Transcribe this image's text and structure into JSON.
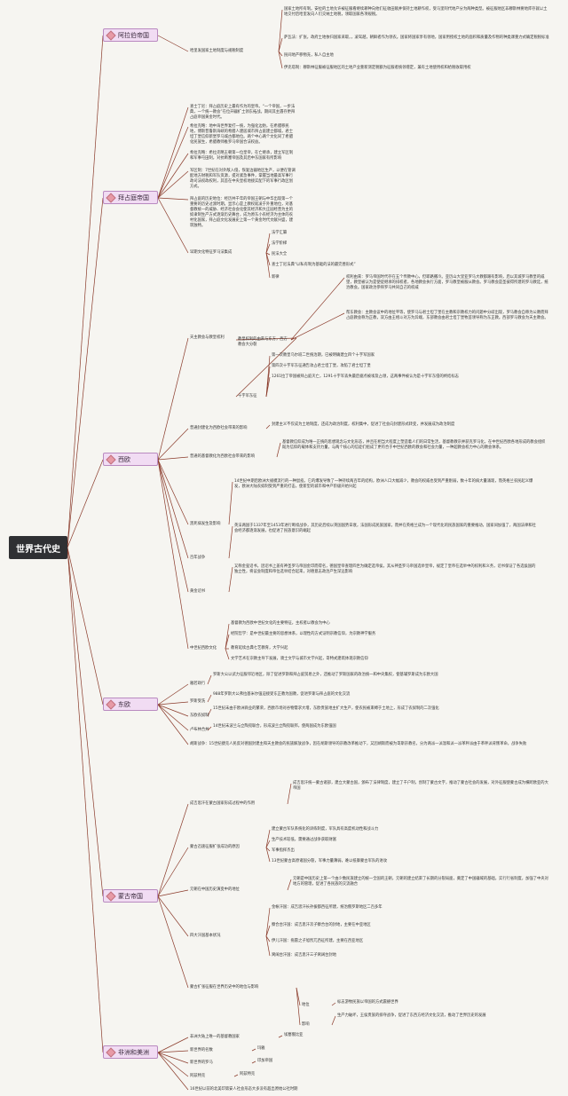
{
  "root": {
    "label": "世界古代史"
  },
  "topics": [
    {
      "id": "t1",
      "label": "阿拉伯帝国"
    },
    {
      "id": "t2",
      "label": "拜占庭帝国"
    },
    {
      "id": "t3",
      "label": "西欧"
    },
    {
      "id": "t4",
      "label": "东欧"
    },
    {
      "id": "t5",
      "label": "蒙古帝国"
    },
    {
      "id": "t6",
      "label": "非洲和美洲"
    }
  ],
  "subs": [
    {
      "id": "s1",
      "label": "哈里发国家土地制度与规税制度"
    },
    {
      "id": "s2",
      "label": "查士丁尼：拜占庭历史上最有作为的皇帝。“一个帝国，一步法典，一个统一教会”在位开疆扩土领东拓战。期间其主遇存更拜占庭帝国黄金时代。"
    },
    {
      "id": "s3",
      "label": "希拉克略：地中海世界复打一统，为强化边防，在希腊移民地，博斯普鲁斯海峡的希腊人建居城市拜占庭建立都城，君士坦丁堡信仰新堡罗马城古都地位。两个中心两个文化同了希腊化民族生，希腊教师推罗马帝国合法权益。"
    },
    {
      "id": "s4",
      "label": "希拉克略：希拉克略王朝第一位皇帝，在亡继承，建立军区制和军事屯田制，对抗断塞帝国及其后中东国家有所影响"
    },
    {
      "id": "s5",
      "label": "军区制：7世纪在对外敌入侵，恢复边疆地区生产，以便在管调配地方财税和军队资源，提对紧急事件，掌握当地最高军事行政司法权政权利，其首在中央皇权地接实配下的军事行政区划方式。"
    },
    {
      "id": "s6",
      "label": "拜占庭的历史地位：经历共千年的帝国王朝与中华出现第一个重要的历史过渡时期。显示心是上教权就凌于外重地位，对基督教统一的威胁、经济社会会化使其经济和大庄园经营为主的奴隶制生产方式逐渐历史舞台，成为原东小农经济为主体的农村化国家，拜占庭文化发展史上第一个黄金时代文献兴盛，建筑独特。"
    },
    {
      "id": "s7",
      "label": "早期文化特征罗马法集成"
    },
    {
      "id": "s8",
      "label": "天主教会与教皇权利"
    },
    {
      "id": "s9",
      "label": "普通封建化为西欧社会带来的影响"
    },
    {
      "id": "s10",
      "label": "普通的基督教化为西欧社会带来的影响"
    },
    {
      "id": "s11",
      "label": "黑死病发生及影响"
    },
    {
      "id": "s12",
      "label": "百年战争"
    },
    {
      "id": "s13",
      "label": "黄金诏书"
    },
    {
      "id": "s14",
      "label": "中世纪西欧文化"
    },
    {
      "id": "s15",
      "label": "雅若政行"
    },
    {
      "id": "s16",
      "label": "罗斯受洗"
    },
    {
      "id": "s17",
      "label": "东欧农奴制"
    },
    {
      "id": "s18",
      "label": "卢布林合并"
    },
    {
      "id": "s19",
      "label": "胡斯战争：15世纪捷克人民反对德国封建主和天主教会的民族解放战争，因在胡斯领导的宗教改革推动下，又因胡斯而被为哥斯宗教名，分为两派一派温和派一派革秤派由于革秤派背叛革命，战争失败"
    },
    {
      "id": "s20",
      "label": "成吉思汗在蒙古国家形成过程中的作用"
    },
    {
      "id": "s21",
      "label": "蒙古迅速征服扩张成功的原因"
    },
    {
      "id": "s22",
      "label": "元朝在中国历史演变中的地位"
    },
    {
      "id": "s23",
      "label": "四大汗国基本状况"
    },
    {
      "id": "s24",
      "label": "蒙古扩张征服在世界历史中的地位与影响"
    },
    {
      "id": "s25",
      "label": "非洲大陆上唯一的基督教国家"
    },
    {
      "id": "s26",
      "label": "新世界的名数"
    },
    {
      "id": "s27",
      "label": "新世界的罗马"
    },
    {
      "id": "s28",
      "label": "阿兹特克"
    },
    {
      "id": "s29",
      "label": "16世纪以前的北美印第安人社会形态大多没有超出原始公社时期"
    }
  ],
  "mids": [
    {
      "id": "m1",
      "label": "教皇权利的由来与东方，西方教会大分裂"
    },
    {
      "id": "m2",
      "label": "十字军东征"
    },
    {
      "id": "m3",
      "label": "地位"
    },
    {
      "id": "m4",
      "label": "影响"
    }
  ],
  "leaves": [
    {
      "id": "l1",
      "label": "国家土地所有制。安拉的土地允许被征服看继续耕种向他们征收田赋并保持土地耕作权，受马里阿代地产分为两种类型。被征服地区非穆斯林要地库存就以土地交付后哈里发向人们交纳土地税，领取国家各项规税。"
    },
    {
      "id": "l2",
      "label": "萨瓦法：扩张，政府土地依归国家采取，，凌驾越，朝鲜者作为领农。国家将国家享有领地，国家用授权土地的面积和质量及作物的种类课重力式确定税税标准"
    },
    {
      "id": "l3",
      "label": "民间地产移物充，私人自主地"
    },
    {
      "id": "l4",
      "label": "伊克塔制：穆斯林征服被征服地区的土地产业重新测定税额为征服者统领增定，兼有土地使用权和给税收取用权"
    },
    {
      "id": "l5",
      "label": "法学汇纂"
    },
    {
      "id": "l6",
      "label": "法学阶梯"
    },
    {
      "id": "l7",
      "label": "民法大全"
    },
    {
      "id": "l8",
      "label": "查士丁尼法典“以私有制为基础的法的最完善形式”"
    },
    {
      "id": "l9",
      "label": "新律"
    },
    {
      "id": "l10",
      "label": "权利由来：罗马帝国时代存在五个传教中心，但耶路撒冷。亚历山大里亚罗马大教都跟有影响，后以其城罗马教皇的威望，教皇被认为是使徒继承的排权者，各地教会执行方面，罗马教皇被服从教会。罗马教会是圣彼得所建的罗马教廷，统治教会。国家政治参拜罗马共同自己的权威"
    },
    {
      "id": "l11",
      "label": "帮东教会：主教会议中的地位平等，使罗马与君士坦丁堡在主教和宗教权力的问题中分歧出现，罗马教会自称为公教而拜占庭教会称为正教，双方由王相斗对方为异端，东部教会由君士坦丁堡牧首领导称为东正教。西部罗马教会为天主教会。"
    },
    {
      "id": "l12",
      "label": "第一次教皇乌尔班二世统治期，已被明确建立四个十字军国家"
    },
    {
      "id": "l13",
      "label": "第四次十字军东征通告攻占君士坦丁堡，攻陷了君士坦丁堡"
    },
    {
      "id": "l14",
      "label": "1261拉丁帝国被拜占庭灭亡，1291十字军丢失最后据点被埃及占领，这两事件被认为是十字军东侵的终结标志"
    },
    {
      "id": "l15",
      "label": "封建主义不仅成为土地制度，还成为政治制度，权利集中，促进了社会向封建形式转变，并发展成为政治制度"
    },
    {
      "id": "l16",
      "label": "基督教信仰成为唯一正统的思想观念与文化形态，并且在相当大程度上塑造着人们的日常生活，基督教教宗并获克罗马化，在中世纪西欧各地形成的教会组织既为信仰的载体和支持力量，与两个核心的信徒们组成了更符合于中世纪西欧的教会和社会力量，一种超教会权力中心的教会体系。"
    },
    {
      "id": "l17",
      "label": "14世纪中期后欧洲大规模流行的一种鼠疫。它的爆发导致了一种持续两百年的结构，欧洲人口大幅减少，教会的权威也受到严重削弱，数十年的病大量涌现，而英格兰农民起义爆发，欧洲大陆农奴制受到严重的打击，使新型的城市和中产阶级开始兴起"
    },
    {
      "id": "l18",
      "label": "英法两国于1337年至1453年进行断续战争，其历史后续以英国国势日衰，法国形成民族国家，而并在英格兰成为一个现代化的民族国家的重要推动，国家间加强了，两国法律和社会经济都逐渐发展，也促进了民族意识的崛起"
    },
    {
      "id": "l19",
      "label": "又称金玺诏书，因诏书上盖有神圣罗马帝国金印而得名，德国皇帝查理四世为确定选帝侯，其从神圣罗马帝国选举皇帝，规定了皇帝在选举中的权利和义务，诏书保证了各选侯国的独立性，将议会制度和帝位选举结合起来，对德意志政治产生深远影响"
    },
    {
      "id": "l20",
      "label": "基督教为西欧中世纪文化的主要特征，主权者以教会为中心"
    },
    {
      "id": "l21",
      "label": "经院哲学：是中世纪最主要的思想体系，以理性的方式证明宗教信仰，为宗教神学服务"
    },
    {
      "id": "l22",
      "label": "教育延续古典七艺教育，大学兴起"
    },
    {
      "id": "l23",
      "label": "文学艺术在宗教主导下发展，骑士文学与城市文学兴起，哥特式建筑体现宗教信仰"
    },
    {
      "id": "l24",
      "label": "罗斯大公以武力征服邻近地区，除了促进罗斯和拜占庭贸易之外，还推动了罗斯国家的政治统一和中央集权，使基辅罗斯成为东欧大国"
    },
    {
      "id": "l25",
      "label": "988年罗斯大公弗拉基米尔强迫接受东正教为国教，促进罗斯与拜占庭的文化交流"
    },
    {
      "id": "l26",
      "label": "15世纪末由于欧洲商业的繁荣，西欧市场对谷物需求大增，东欧贵族地主扩大生产，使农民被束缚于土地上，形成了农奴制的二次强化"
    },
    {
      "id": "l27",
      "label": "14世纪末波兰与立陶宛联合，形成波兰立陶宛联邦，使两国成为东欧强国"
    },
    {
      "id": "l28",
      "label": "成吉思汗统一蒙古诸部，建立大蒙古国，颁布了法律制度，建立了千户制，创制了蒙古文字，推动了蒙古社会的发展，对外征服使蒙古成为横跨欧亚的大帝国"
    },
    {
      "id": "l29",
      "label": "建立蒙古军队系统化的训练制度，军队具有高度机动性和战斗力"
    },
    {
      "id": "l30",
      "label": "生产技术较低，需要通过战争获取财富"
    },
    {
      "id": "l31",
      "label": "军事指挥杰出"
    },
    {
      "id": "l32",
      "label": "13世纪蒙古高原诸国分裂，军事力量薄弱，难以抵御蒙古军队的进攻"
    },
    {
      "id": "l33",
      "label": "元朝是中国历史上第一个由少数民族建立的统一全国的王朝，元朝的建立结束了长期的分裂局面，奠定了中国疆域的基础，实行行省制度，加强了中央对地方的管理，促进了各民族的交流融合"
    },
    {
      "id": "l34",
      "label": "金帐汗国：成吉思汗长孙拔都西征所建，统治俄罗斯地区二百多年"
    },
    {
      "id": "l35",
      "label": "察合台汗国：成吉思汗次子察合台的封地，主要在中亚地区"
    },
    {
      "id": "l36",
      "label": "伊儿汗国：拖雷之子旭烈兀西征所建，主要在西亚地区"
    },
    {
      "id": "l37",
      "label": "窝阔台汗国：成吉思汗三子窝阔台封地"
    },
    {
      "id": "l38",
      "label": "标志游牧民族以帝国的方式震撼世界"
    },
    {
      "id": "l39",
      "label": "生产力破坏，王侯贵族的掠夺战争，促进了东西方经济文化交流，推动了世界历史的发展"
    },
    {
      "id": "l40",
      "label": "埃塞俄比亚"
    },
    {
      "id": "l41",
      "label": "玛雅"
    },
    {
      "id": "l42",
      "label": "印加帝国"
    },
    {
      "id": "l43",
      "label": "阿兹特克"
    }
  ]
}
